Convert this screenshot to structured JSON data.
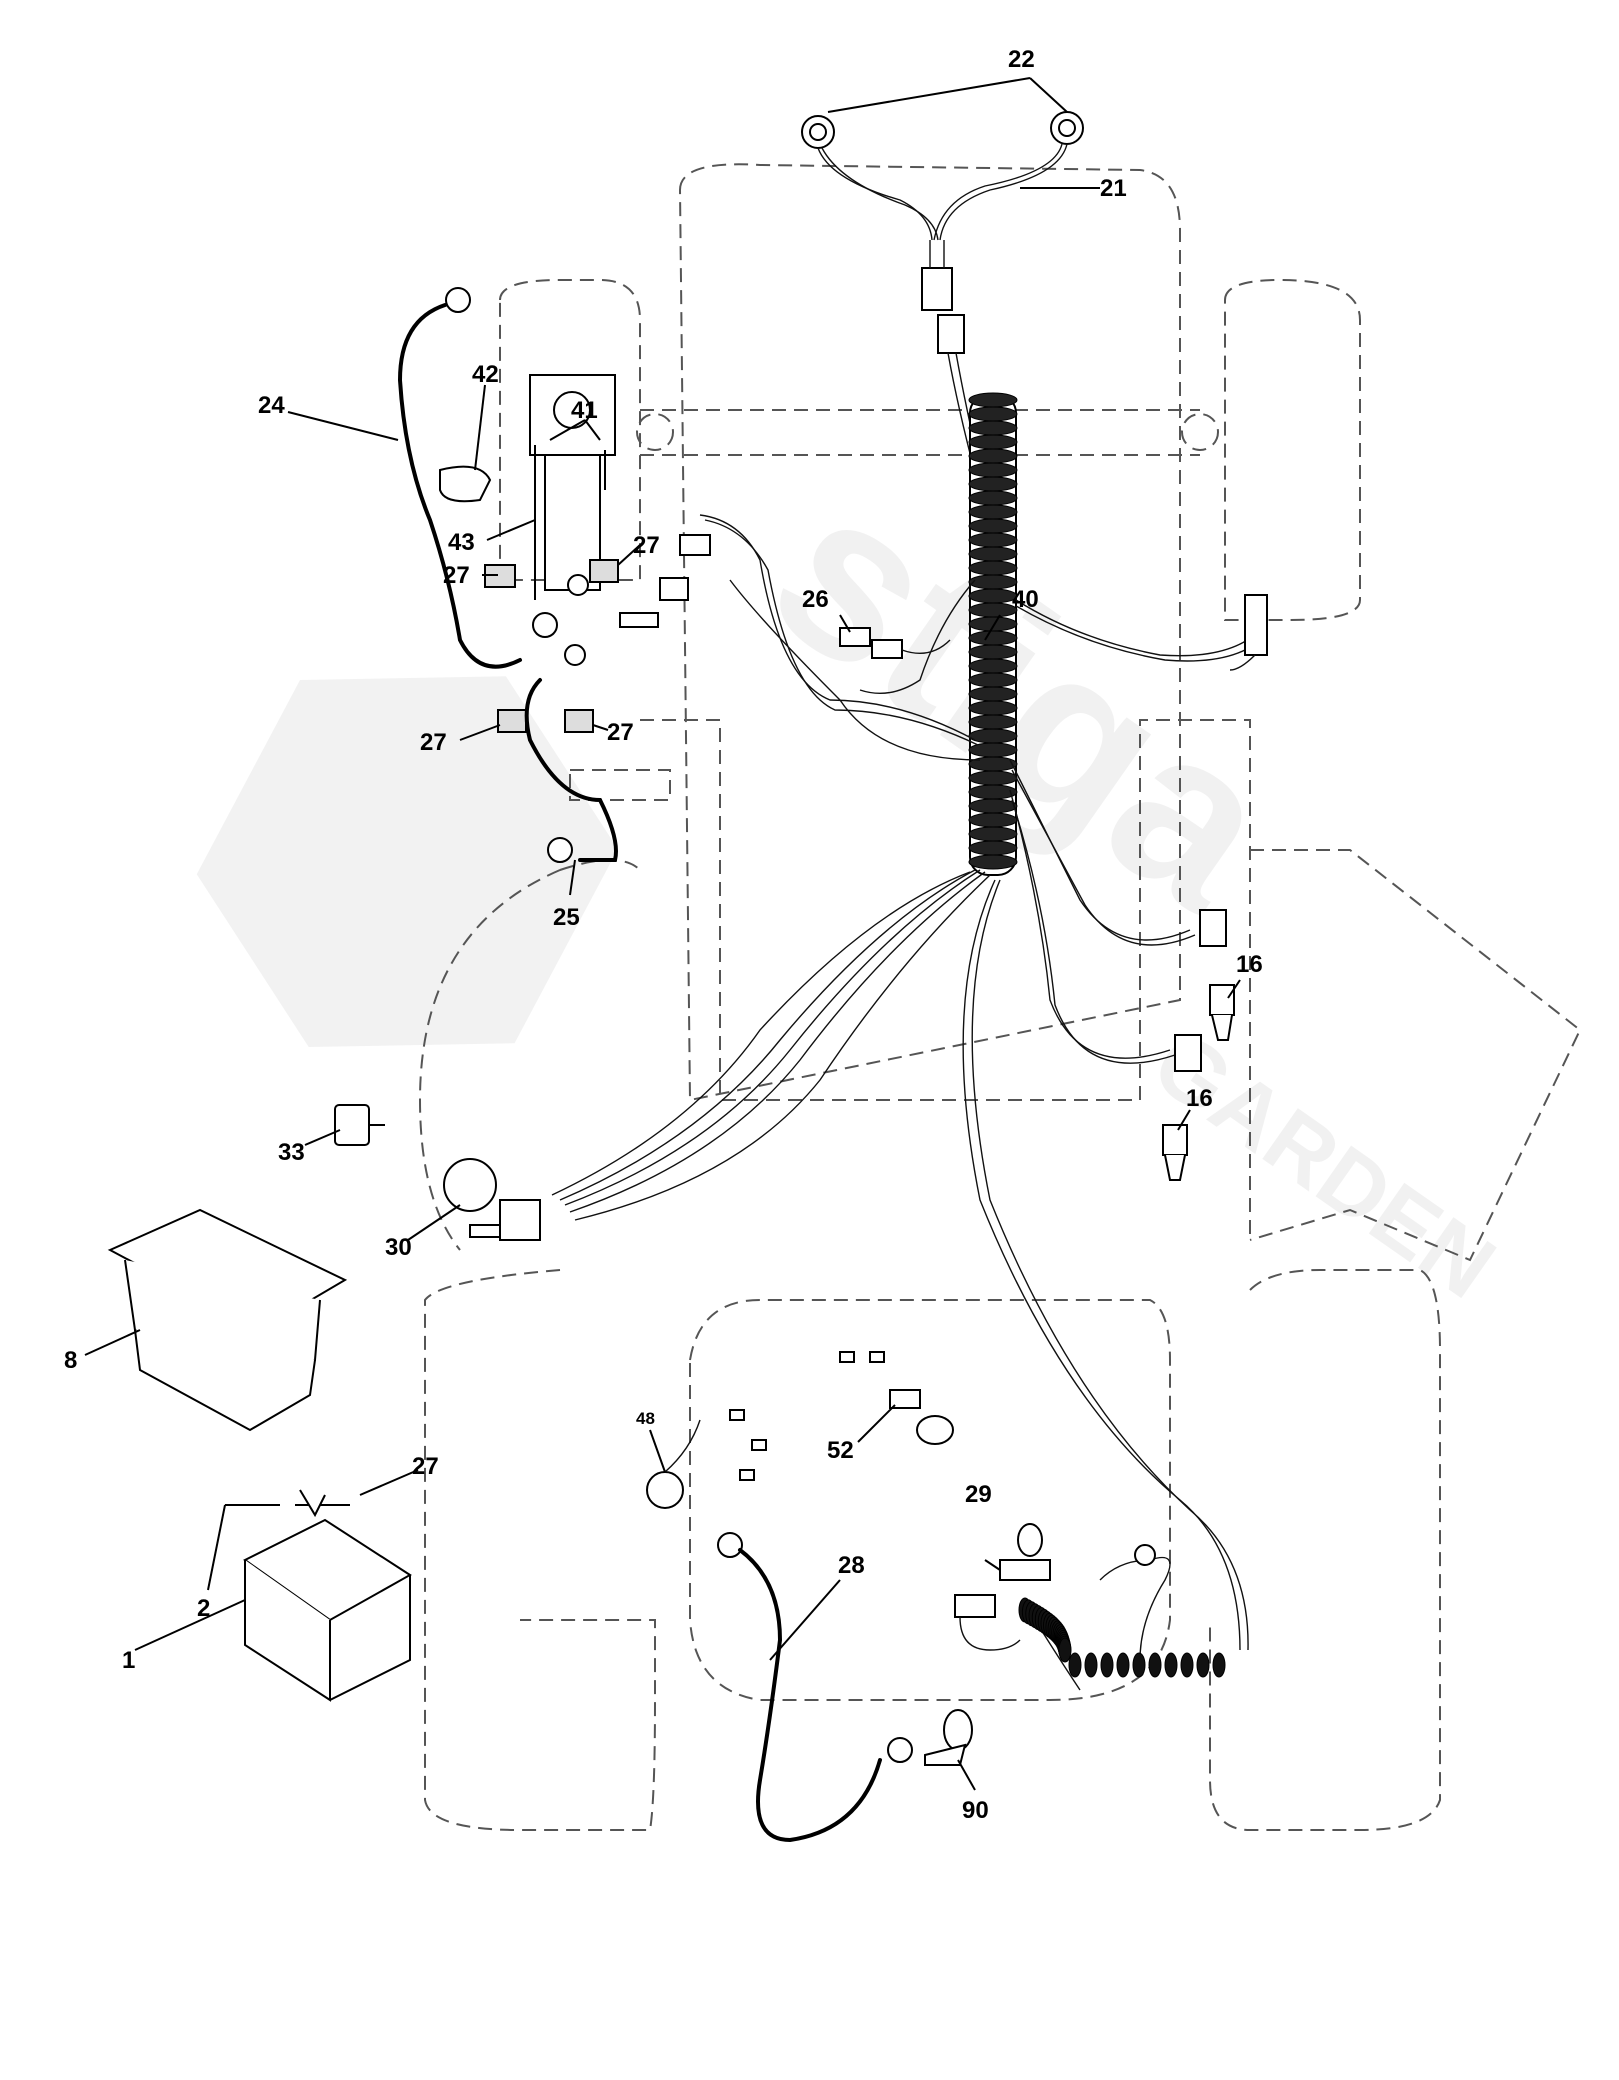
{
  "watermark": {
    "brand": "stiga",
    "sub": "GARDEN"
  },
  "callouts": {
    "c22": "22",
    "c21": "21",
    "c24": "24",
    "c42": "42",
    "c41": "41",
    "c43": "43",
    "c27a": "27",
    "c27b": "27",
    "c27c": "27",
    "c27d": "27",
    "c40": "40",
    "c26": "26",
    "c25": "25",
    "c16a": "16",
    "c16b": "16",
    "c33": "33",
    "c30": "30",
    "c8": "8",
    "c27e": "27",
    "c2": "2",
    "c1": "1",
    "c48": "48",
    "c52": "52",
    "c29": "29",
    "c28": "28",
    "c90": "90"
  }
}
